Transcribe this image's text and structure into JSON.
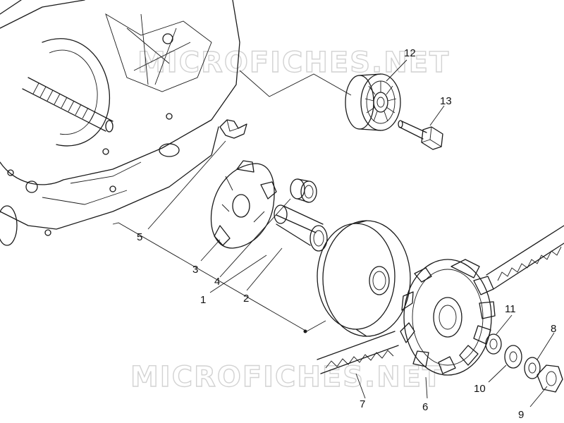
{
  "watermark": "MICROFICHES.NET",
  "callouts": {
    "p1": "1",
    "p2": "2",
    "p3": "3",
    "p4": "4",
    "p5": "5",
    "p6": "6",
    "p7": "7",
    "p8": "8",
    "p9": "9",
    "p10": "10",
    "p11": "11",
    "p12": "12",
    "p13": "13"
  },
  "colors": {
    "line": "#1a1a1a",
    "watermark": "#d2d2d2"
  }
}
